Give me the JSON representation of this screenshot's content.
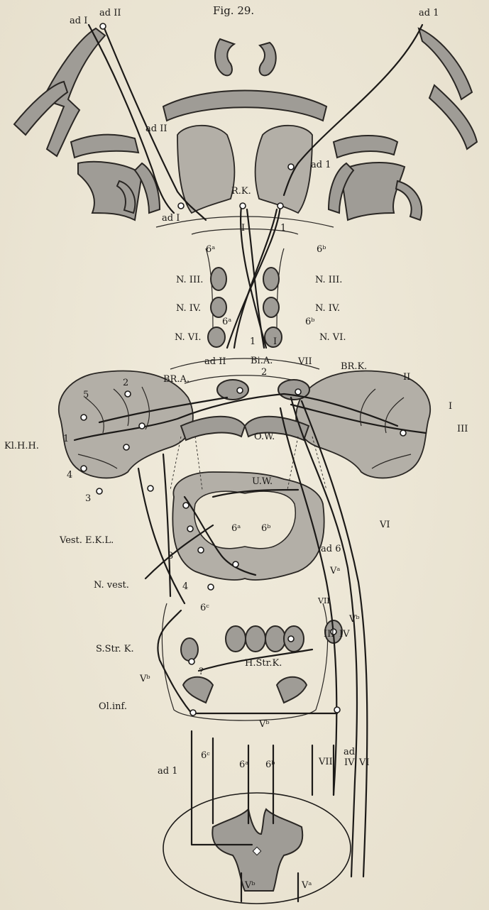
{
  "figure": {
    "title": "Fig. 29."
  },
  "labels": {
    "top_left_adI": "ad I",
    "top_left_adII": "ad II",
    "top_right_ad1": "ad 1",
    "adII_mid": "ad II",
    "ad1_mid": "ad 1",
    "adI_mid": "ad I",
    "rk": "R.K.",
    "rk_I": "I",
    "rk_1": "1",
    "six_a_top": "6ᵃ",
    "six_b_top": "6ᵇ",
    "n3_left": "N. III.",
    "n3_right": "N. III.",
    "n4_left": "N. IV.",
    "n4_right": "N. IV.",
    "six_a_mid": "6ᵃ",
    "six_b_mid": "6ᵇ",
    "n6_left": "N. VI.",
    "n6_right": "N. VI.",
    "adII_low": "ad II",
    "cross_1": "1",
    "cross_I": "I",
    "bia": "Bi.A.",
    "bia_2": "2",
    "vii_top": "VII",
    "brk": "BR.K.",
    "bra": "BR.A.",
    "c2": "2",
    "c5": "5",
    "c1": "1",
    "c4": "4",
    "c3": "3",
    "klhh": "Kl.H.H.",
    "cII": "II",
    "cI": "I",
    "cIII": "III",
    "ow": "O.W.",
    "uw": "U.W.",
    "vest_ekl": "Vest. E.K.L.",
    "n_vest": "N. vest.",
    "vi_right": "VI",
    "sstrk": "S.Str. K.",
    "hstrk": "H.Str.K.",
    "vb_left": "Vᵇ",
    "ol_inf": "Ol.inf.",
    "vb_bottom": "Vᵇ",
    "six_c_low": "6ᶜ",
    "six_a_low": "6ᵃ",
    "six_b_low": "6ᵇ",
    "vii_low": "VII",
    "ad_low": "ad",
    "iv_low": "IV",
    "vi_low": "VI",
    "ad1_low": "ad 1",
    "vb_cord": "Vᵇ",
    "va_cord": "Vᵃ",
    "six_a_uw": "6ᵃ",
    "six_b_uw": "6ᵇ",
    "ad6": "ad 6",
    "six_c_uw": "6ᶜ",
    "va_mid": "Vᵃ",
    "vb_mid": "Vᵇ",
    "c3_low": "3",
    "c4_low": "4",
    "vii_uw": "VII",
    "question": "?",
    "iii_mid": "III",
    "iv_mid": "IV"
  }
}
